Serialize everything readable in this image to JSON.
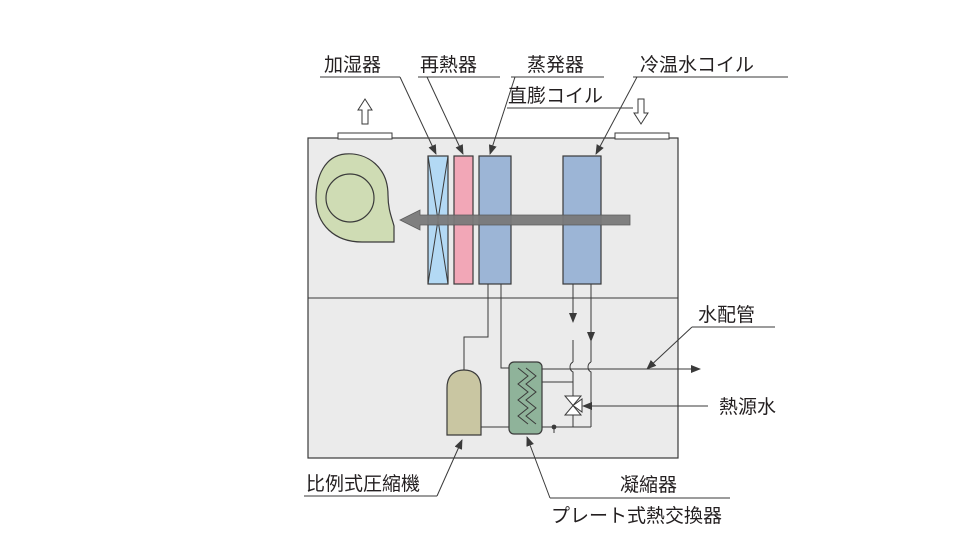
{
  "labels": {
    "humidifier": "加湿器",
    "reheater": "再熱器",
    "evaporator": "蒸発器",
    "dx_coil": "直膨コイル",
    "chw_coil": "冷温水コイル",
    "water_piping": "水配管",
    "heat_source_water": "熱源水",
    "condenser": "凝縮器",
    "plate_hx": "プレート式熱交換器",
    "compressor": "比例式圧縮機"
  },
  "colors": {
    "housing": "#ebebeb",
    "humidifier": "#b3d9f4",
    "reheater": "#f2a7b7",
    "coil": "#9cb5d6",
    "fan": "#cfdcb4",
    "compressor": "#c9c6a2",
    "heat_exchanger": "#8fb39a",
    "airflow": "#7a7a7a"
  }
}
